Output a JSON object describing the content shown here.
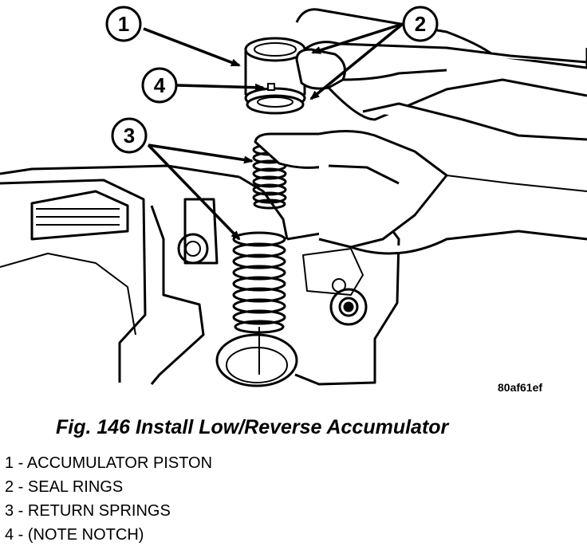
{
  "figure_code": "80af61ef",
  "caption": "Fig. 146 Install Low/Reverse Accumulator",
  "callouts": [
    "1",
    "2",
    "3",
    "4"
  ],
  "legend": [
    {
      "num": "1",
      "text": " - ACCUMULATOR PISTON"
    },
    {
      "num": "2",
      "text": " - SEAL RINGS"
    },
    {
      "num": "3",
      "text": " - RETURN SPRINGS"
    },
    {
      "num": "4",
      "text": " - (NOTE NOTCH)"
    }
  ]
}
